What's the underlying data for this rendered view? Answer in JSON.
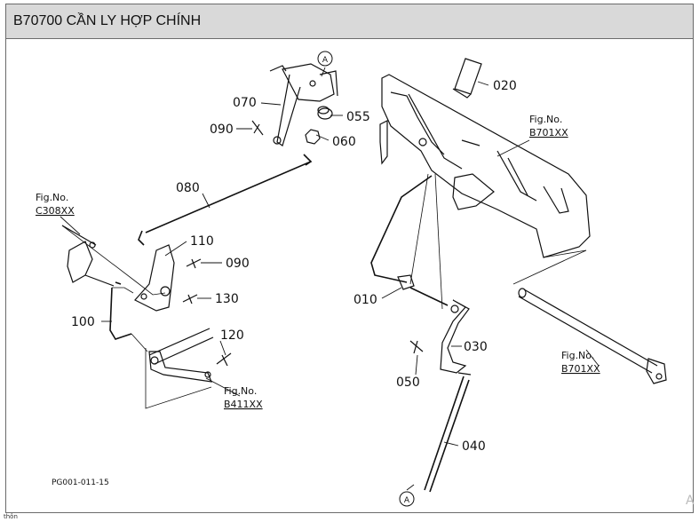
{
  "title": "B70700 CẦN LY HỢP CHÍNH",
  "parts": {
    "p010": "010",
    "p020": "020",
    "p030": "030",
    "p040": "040",
    "p050": "050",
    "p055": "055",
    "p060": "060",
    "p070": "070",
    "p080": "080",
    "p090a": "090",
    "p090b": "090",
    "p100": "100",
    "p110": "110",
    "p120": "120",
    "p130": "130"
  },
  "marker": "A",
  "refs": {
    "fig_label": "Fig.No.",
    "c308": "C308XX",
    "b701a": "B701XX",
    "b701b": "B701XX",
    "b411": "B411XX"
  },
  "drawing_code": "PG001-011-15",
  "footer_text": "thôn"
}
